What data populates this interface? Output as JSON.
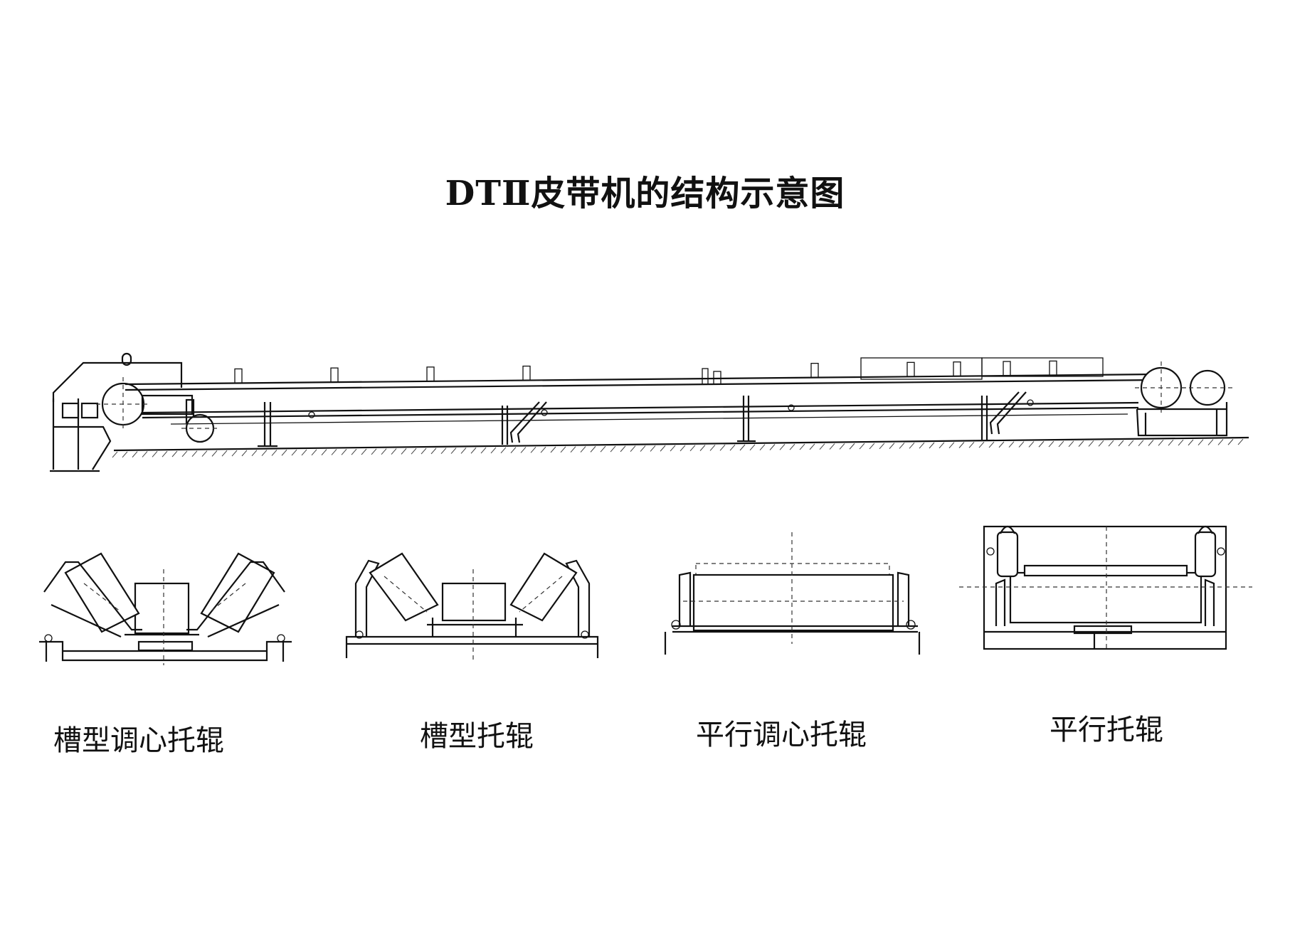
{
  "title": "DTⅡ皮带机的结构示意图",
  "captions": {
    "c1": "槽型调心托辊",
    "c2": "槽型托辊",
    "c3": "平行调心托辊",
    "c4": "平行托辊"
  }
}
